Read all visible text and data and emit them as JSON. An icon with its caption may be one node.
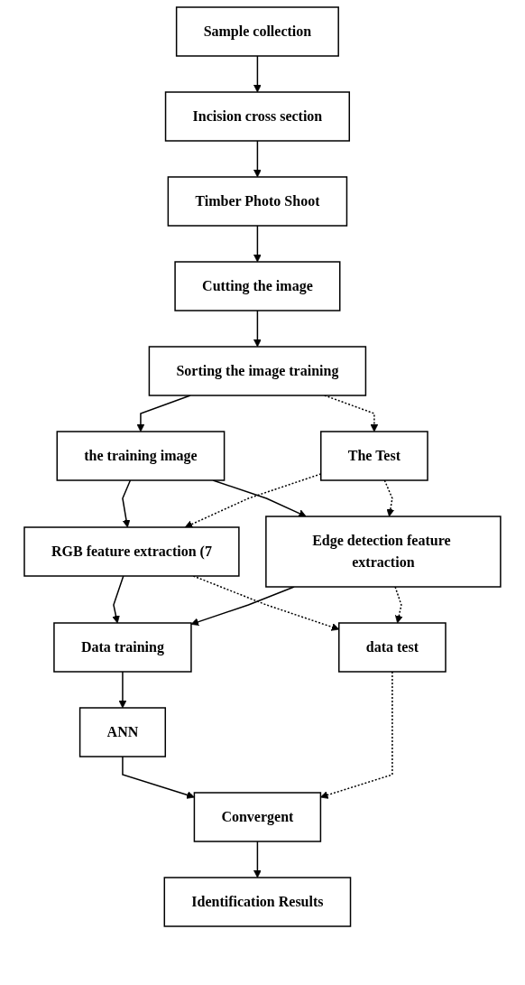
{
  "diagram": {
    "nodes": [
      {
        "text": [
          "Sample collection"
        ]
      },
      {
        "text": [
          "Incision cross section"
        ]
      },
      {
        "text": [
          "Timber Photo Shoot"
        ]
      },
      {
        "text": [
          "Cutting the image"
        ]
      },
      {
        "text": [
          "Sorting the image training"
        ]
      },
      {
        "text": [
          "the training image"
        ]
      },
      {
        "text": [
          "The Test"
        ]
      },
      {
        "text": [
          "RGB feature extraction (7"
        ]
      },
      {
        "text": [
          "Edge detection feature extraction"
        ]
      },
      {
        "text": [
          "Data training"
        ]
      },
      {
        "text": [
          "data test"
        ]
      },
      {
        "text": [
          "ANN"
        ]
      },
      {
        "text": [
          "Convergent"
        ]
      },
      {
        "text": [
          "Identification Results"
        ]
      }
    ],
    "edges": [
      {
        "from": 0,
        "to": 1,
        "arrow": "to"
      },
      {
        "from": 1,
        "to": 2,
        "arrow": "to"
      },
      {
        "from": 2,
        "to": 3,
        "arrow": "to"
      },
      {
        "from": 3,
        "to": 4,
        "arrow": "to"
      },
      {
        "from": 4,
        "to": 5,
        "arrow": "to"
      },
      {
        "from": 4,
        "to": 6,
        "arrow": "to",
        "style": "dashed"
      },
      {
        "from": 5,
        "to": 7,
        "arrow": "to"
      },
      {
        "from": 5,
        "to": 8,
        "arrow": "to"
      },
      {
        "from": 6,
        "to": 7,
        "arrow": "to",
        "style": "dashed"
      },
      {
        "from": 6,
        "to": 8,
        "arrow": "to",
        "style": "dashed"
      },
      {
        "from": 7,
        "to": 9,
        "arrow": "to"
      },
      {
        "from": 8,
        "to": 9,
        "arrow": "to"
      },
      {
        "from": 7,
        "to": 10,
        "arrow": "to",
        "style": "dashed"
      },
      {
        "from": 8,
        "to": 10,
        "arrow": "to",
        "style": "dashed"
      },
      {
        "from": 9,
        "to": 11,
        "arrow": "to"
      },
      {
        "from": 11,
        "to": 12,
        "arrow": "to"
      },
      {
        "from": 10,
        "to": 12,
        "arrow": "to",
        "style": "dashed"
      },
      {
        "from": 12,
        "to": 13,
        "arrow": "to"
      }
    ]
  }
}
